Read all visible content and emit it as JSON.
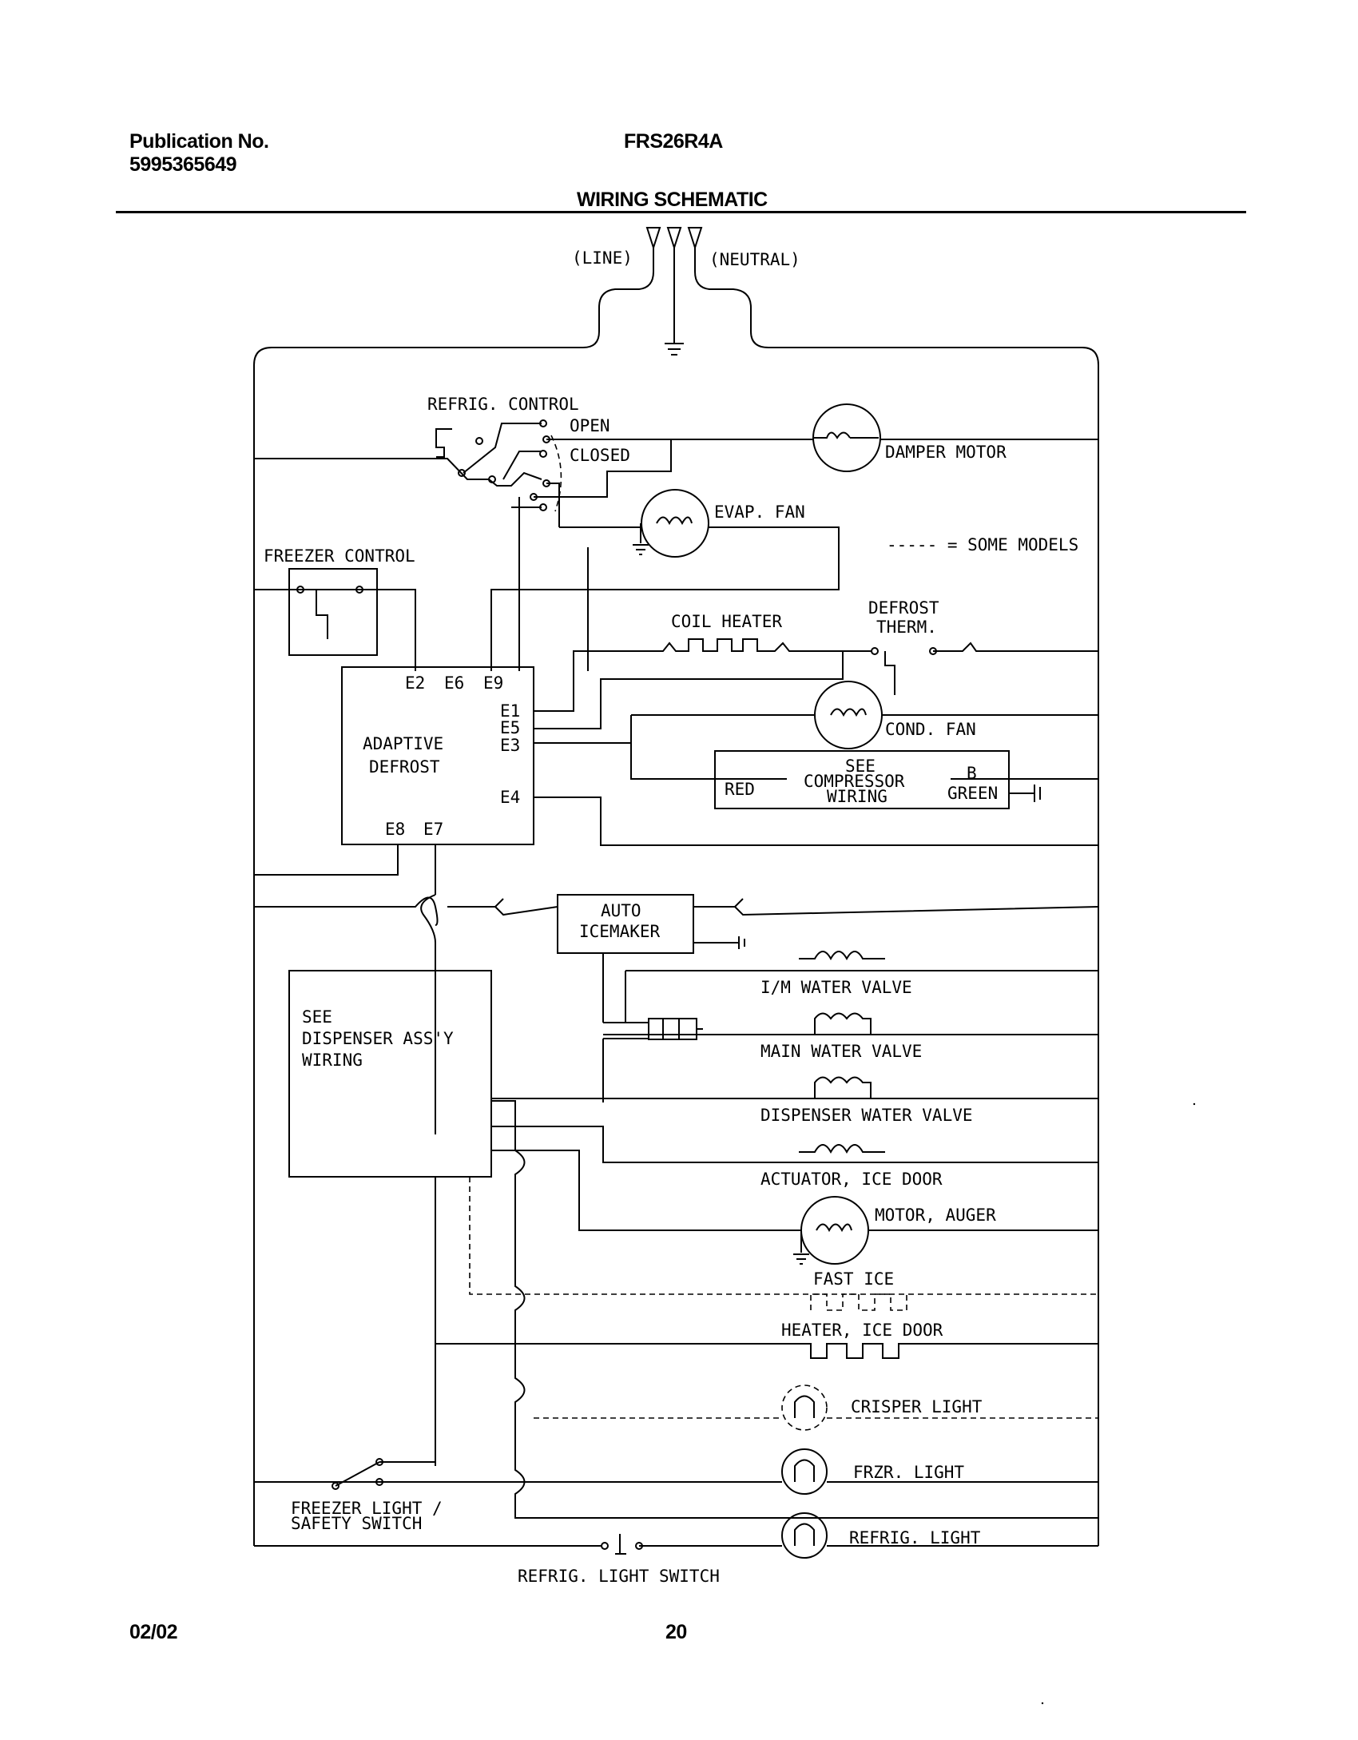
{
  "header": {
    "publication_label": "Publication No.",
    "publication_number": "5995365649",
    "model": "FRS26R4A",
    "title": "WIRING SCHEMATIC"
  },
  "footer": {
    "date": "02/02",
    "page": "20"
  },
  "labels": {
    "line": "(LINE)",
    "neutral": "(NEUTRAL)",
    "refrig_control": "REFRIG. CONTROL",
    "open": "OPEN",
    "closed": "CLOSED",
    "damper_motor": "DAMPER MOTOR",
    "evap_fan": "EVAP. FAN",
    "some_models": "----- = SOME MODELS",
    "freezer_control": "FREEZER CONTROL",
    "coil_heater": "COIL HEATER",
    "defrost_therm_1": "DEFROST",
    "defrost_therm_2": "THERM.",
    "e2": "E2",
    "e6": "E6",
    "e9": "E9",
    "e1": "E1",
    "e5": "E5",
    "e3": "E3",
    "e4": "E4",
    "e8": "E8",
    "e7": "E7",
    "adaptive": "ADAPTIVE",
    "defrost": "DEFROST",
    "cond_fan": "COND. FAN",
    "see": "SEE",
    "compressor": "COMPRESSOR",
    "wiring": "WIRING",
    "red": "RED",
    "b": "B",
    "green": "GREEN",
    "auto": "AUTO",
    "icemaker": "ICEMAKER",
    "im_water_valve": "I/M WATER VALVE",
    "main_water_valve": "MAIN WATER VALVE",
    "dispenser_water_valve": "DISPENSER WATER VALVE",
    "actuator_ice_door": "ACTUATOR, ICE DOOR",
    "motor_auger": "MOTOR, AUGER",
    "fast_ice": "FAST ICE",
    "heater_ice_door": "HEATER, ICE DOOR",
    "crisper_light": "CRISPER LIGHT",
    "frzr_light": "FRZR. LIGHT",
    "refrig_light": "REFRIG. LIGHT",
    "see_disp": "SEE",
    "dispenser_assy": "DISPENSER ASS'Y",
    "disp_wiring": "WIRING",
    "freezer_light_1": "FREEZER LIGHT /",
    "freezer_light_2": "SAFETY SWITCH",
    "refrig_light_switch": "REFRIG. LIGHT SWITCH"
  }
}
